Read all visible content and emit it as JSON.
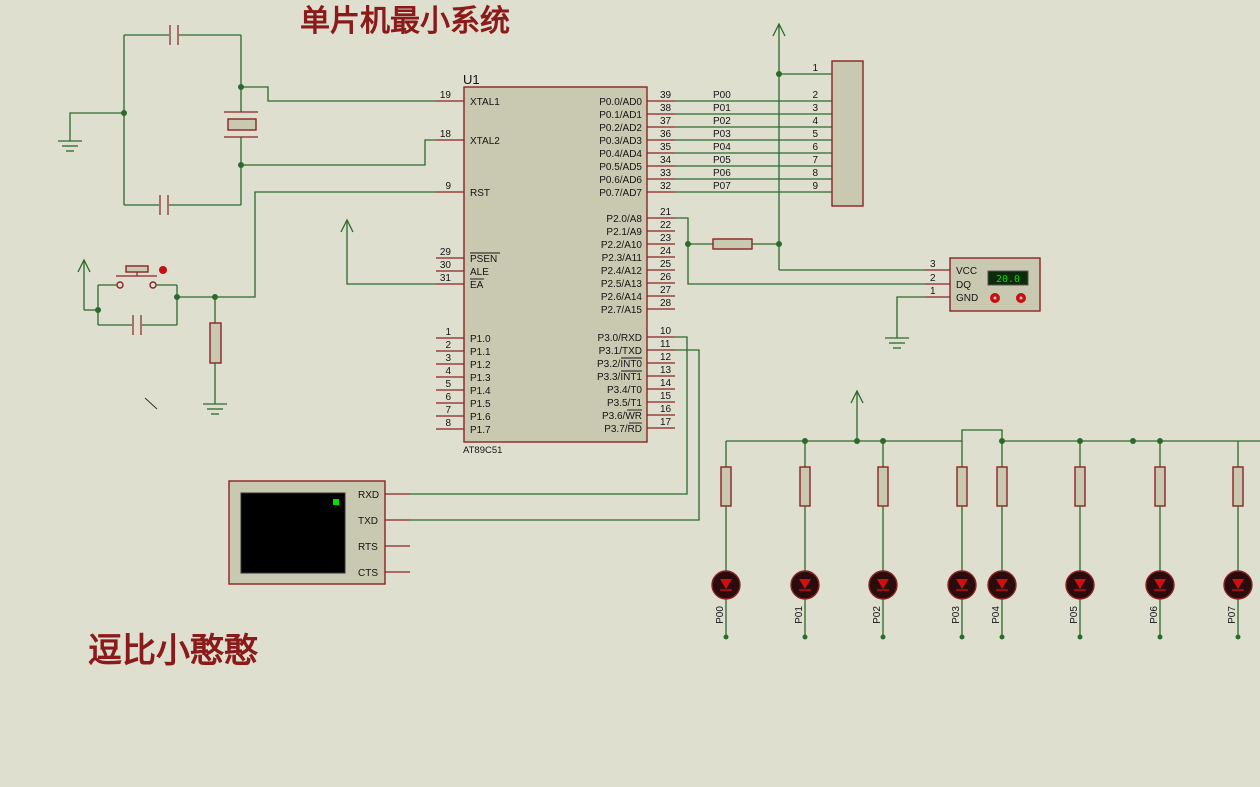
{
  "title": "单片机最小系统",
  "signature": "逗比小憨憨",
  "u1": {
    "ref": "U1",
    "part": "AT89C51",
    "left_pins": [
      {
        "num": "19",
        "name": "XTAL1"
      },
      {
        "num": "18",
        "name": "XTAL2"
      },
      {
        "num": "9",
        "name": "RST"
      },
      {
        "num": "29",
        "name": "PSEN"
      },
      {
        "num": "30",
        "name": "ALE"
      },
      {
        "num": "31",
        "name": "EA"
      },
      {
        "num": "1",
        "name": "P1.0"
      },
      {
        "num": "2",
        "name": "P1.1"
      },
      {
        "num": "3",
        "name": "P1.2"
      },
      {
        "num": "4",
        "name": "P1.3"
      },
      {
        "num": "5",
        "name": "P1.4"
      },
      {
        "num": "6",
        "name": "P1.5"
      },
      {
        "num": "7",
        "name": "P1.6"
      },
      {
        "num": "8",
        "name": "P1.7"
      }
    ],
    "right_pins": [
      {
        "num": "39",
        "name": "P0.0/AD0"
      },
      {
        "num": "38",
        "name": "P0.1/AD1"
      },
      {
        "num": "37",
        "name": "P0.2/AD2"
      },
      {
        "num": "36",
        "name": "P0.3/AD3"
      },
      {
        "num": "35",
        "name": "P0.4/AD4"
      },
      {
        "num": "34",
        "name": "P0.5/AD5"
      },
      {
        "num": "33",
        "name": "P0.6/AD6"
      },
      {
        "num": "32",
        "name": "P0.7/AD7"
      },
      {
        "num": "21",
        "name": "P2.0/A8"
      },
      {
        "num": "22",
        "name": "P2.1/A9"
      },
      {
        "num": "23",
        "name": "P2.2/A10"
      },
      {
        "num": "24",
        "name": "P2.3/A11"
      },
      {
        "num": "25",
        "name": "P2.4/A12"
      },
      {
        "num": "26",
        "name": "P2.5/A13"
      },
      {
        "num": "27",
        "name": "P2.6/A14"
      },
      {
        "num": "28",
        "name": "P2.7/A15"
      },
      {
        "num": "10",
        "name": "P3.0/RXD"
      },
      {
        "num": "11",
        "name": "P3.1/TXD"
      },
      {
        "num": "12",
        "name": "P3.2/INT0"
      },
      {
        "num": "13",
        "name": "P3.3/INT1"
      },
      {
        "num": "14",
        "name": "P3.4/T0"
      },
      {
        "num": "15",
        "name": "P3.5/T1"
      },
      {
        "num": "16",
        "name": "P3.6/WR"
      },
      {
        "num": "17",
        "name": "P3.7/RD"
      }
    ]
  },
  "p0_net_labels": [
    "P00",
    "P01",
    "P02",
    "P03",
    "P04",
    "P05",
    "P06",
    "P07"
  ],
  "connector_pins": [
    "1",
    "2",
    "3",
    "4",
    "5",
    "6",
    "7",
    "8",
    "9"
  ],
  "ds18b20": {
    "pins": [
      {
        "num": "3",
        "name": "VCC"
      },
      {
        "num": "2",
        "name": "DQ"
      },
      {
        "num": "1",
        "name": "GND"
      }
    ],
    "display": "20.0"
  },
  "terminal": {
    "pins": [
      "RXD",
      "TXD",
      "RTS",
      "CTS"
    ]
  },
  "led_labels": [
    "P00",
    "P01",
    "P02",
    "P03",
    "P04",
    "P05",
    "P06",
    "P07"
  ],
  "colors": {
    "background": "#dfdfcf",
    "wire": "#2b6a2b",
    "component_outline": "#8b2323",
    "component_fill": "#c9c9b1",
    "text": "#141414",
    "title_text": "#8b1a1a",
    "display_text": "#00e000"
  }
}
